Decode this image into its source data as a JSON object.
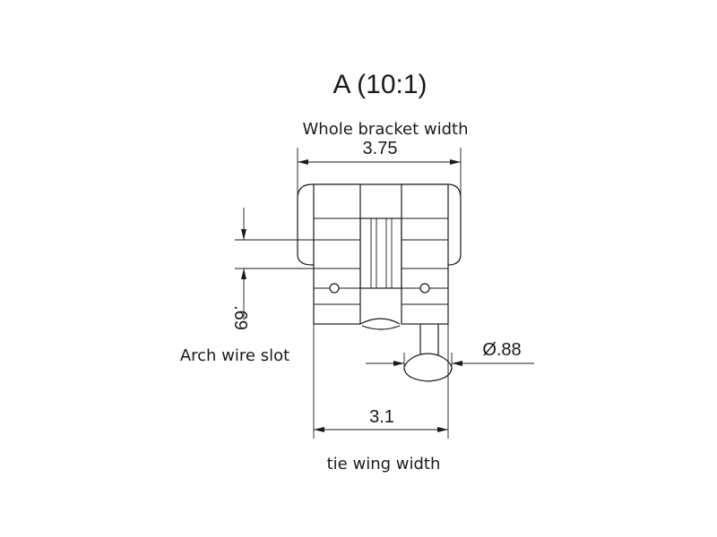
{
  "view_title": "A (10:1)",
  "labels": {
    "whole_bracket_width": "Whole bracket width",
    "arch_wire_slot": "Arch wire slot",
    "tie_wing_width": "tie wing width"
  },
  "dimensions": {
    "whole_bracket_width": "3.75",
    "slot_height": ".69",
    "hook_diameter": "Ø.88",
    "tie_wing_width": "3.1"
  }
}
